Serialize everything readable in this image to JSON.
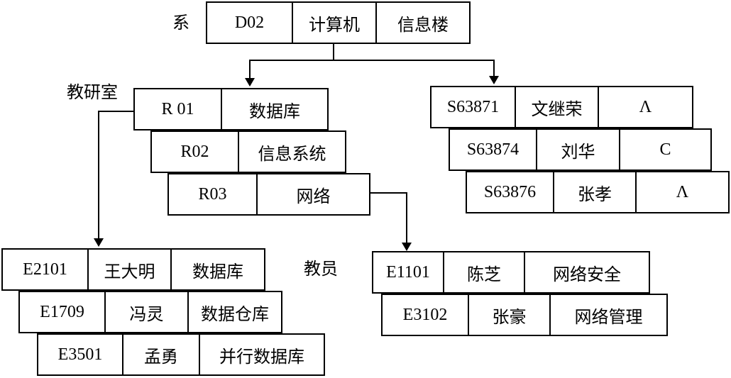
{
  "labels": {
    "dept": "系",
    "section": "教研室",
    "teacher": "教员"
  },
  "department": [
    "D02",
    "计算机",
    "信息楼"
  ],
  "sections": [
    [
      "R 01",
      "数据库"
    ],
    [
      "R02",
      "信息系统"
    ],
    [
      "R03",
      "网络"
    ]
  ],
  "students": [
    [
      "S63871",
      "文继荣",
      "Λ"
    ],
    [
      "S63874",
      "刘华",
      "C"
    ],
    [
      "S63876",
      "张孝",
      "Λ"
    ]
  ],
  "teachers_db": [
    [
      "E2101",
      "王大明",
      "数据库"
    ],
    [
      "E1709",
      "冯灵",
      "数据仓库"
    ],
    [
      "E3501",
      "孟勇",
      "并行数据库"
    ]
  ],
  "teachers_net": [
    [
      "E1101",
      "陈芝",
      "网络安全"
    ],
    [
      "E3102",
      "张豪",
      "网络管理"
    ]
  ]
}
